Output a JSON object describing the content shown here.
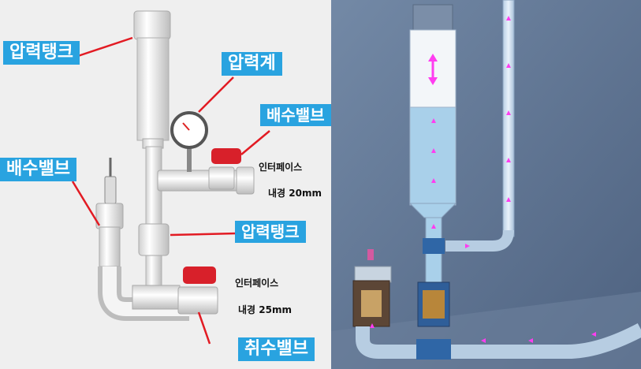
{
  "left_panel": {
    "labels": {
      "pressure_tank_top": "압력탱크",
      "pressure_gauge": "압력계",
      "drain_valve_right": "배수밸브",
      "drain_valve_left": "배수밸브",
      "pressure_tank_mid": "압력탱크",
      "intake_valve": "취수밸브"
    },
    "notes": {
      "interface_upper": "인터페이스",
      "inner_diameter_upper": "내경 20mm",
      "interface_lower": "인터페이스",
      "inner_diameter_lower": "내경 25mm"
    }
  },
  "colors": {
    "label_background": "#29a3e0",
    "valve_handle": "#d8202a",
    "flow_arrows": "#ff3df0",
    "water": "#a9d0ea"
  }
}
